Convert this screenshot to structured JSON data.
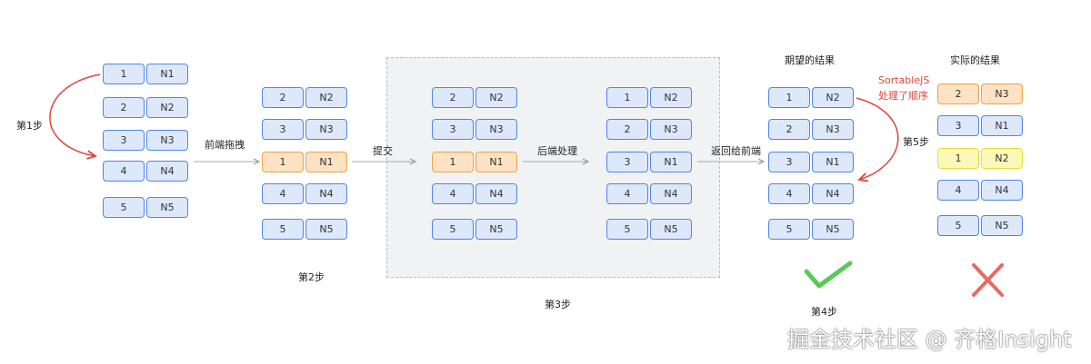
{
  "colors": {
    "cell_border": "#4f86e6",
    "cell_fill": "#dde8fb",
    "moved_border": "#f0a24a",
    "moved_fill": "#fde2c4",
    "yellow_border": "#e8dc3c",
    "yellow_fill": "#fbf8b8",
    "arrow_red": "#e0463c",
    "check_green": "#5cc85a",
    "cross_red": "#e86a66"
  },
  "columns": {
    "c1": [
      [
        "1",
        "N1"
      ],
      [
        "2",
        "N2"
      ],
      [
        "3",
        "N3"
      ],
      [
        "4",
        "N4"
      ],
      [
        "5",
        "N5"
      ]
    ],
    "c2": [
      [
        "2",
        "N2"
      ],
      [
        "3",
        "N3"
      ],
      [
        "1",
        "N1"
      ],
      [
        "4",
        "N4"
      ],
      [
        "5",
        "N5"
      ]
    ],
    "c3": [
      [
        "2",
        "N2"
      ],
      [
        "3",
        "N3"
      ],
      [
        "1",
        "N1"
      ],
      [
        "4",
        "N4"
      ],
      [
        "5",
        "N5"
      ]
    ],
    "c4": [
      [
        "1",
        "N2"
      ],
      [
        "2",
        "N3"
      ],
      [
        "3",
        "N1"
      ],
      [
        "4",
        "N4"
      ],
      [
        "5",
        "N5"
      ]
    ],
    "c5": [
      [
        "1",
        "N2"
      ],
      [
        "2",
        "N3"
      ],
      [
        "3",
        "N1"
      ],
      [
        "4",
        "N4"
      ],
      [
        "5",
        "N5"
      ]
    ],
    "c6": [
      [
        "2",
        "N3"
      ],
      [
        "3",
        "N1"
      ],
      [
        "1",
        "N2"
      ],
      [
        "4",
        "N4"
      ],
      [
        "5",
        "N5"
      ]
    ]
  },
  "labels": {
    "step1": "第1步",
    "frontend_drag": "前端拖拽",
    "step2": "第2步",
    "submit": "提交",
    "backend_process": "后端处理",
    "step3": "第3步",
    "return_frontend": "返回给前端",
    "expected_result": "期望的结果",
    "actual_result": "实际的结果",
    "sortable_line1": "SortableJS",
    "sortable_line2": "处理了顺序",
    "step5": "第5步",
    "step4": "第4步"
  },
  "watermark": "掘金技术社区 @ 齐格Insight"
}
